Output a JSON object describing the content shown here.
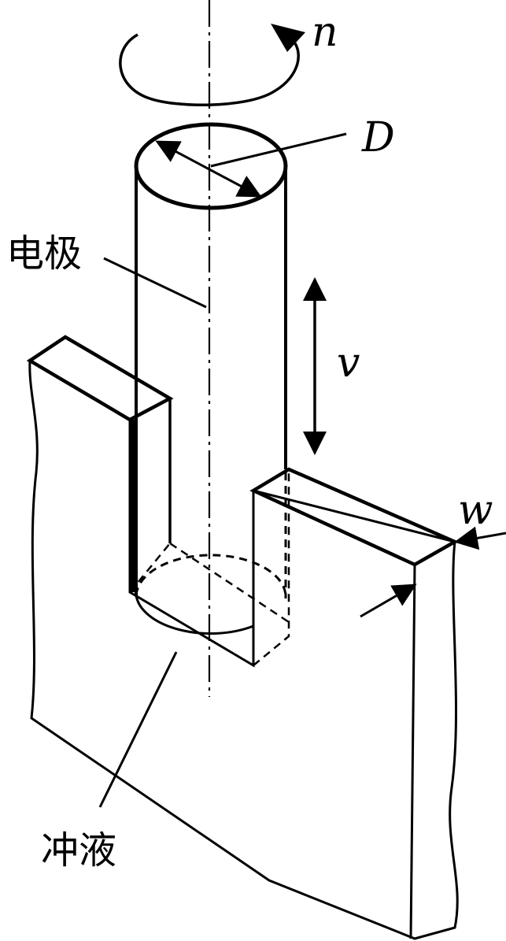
{
  "labels": {
    "rotation": "n",
    "diameter": "D",
    "electrode": "电极",
    "feed_speed": "v",
    "slot_width": "w",
    "flushing": "冲液"
  },
  "colors": {
    "ink": "#000000",
    "background": "#ffffff"
  }
}
